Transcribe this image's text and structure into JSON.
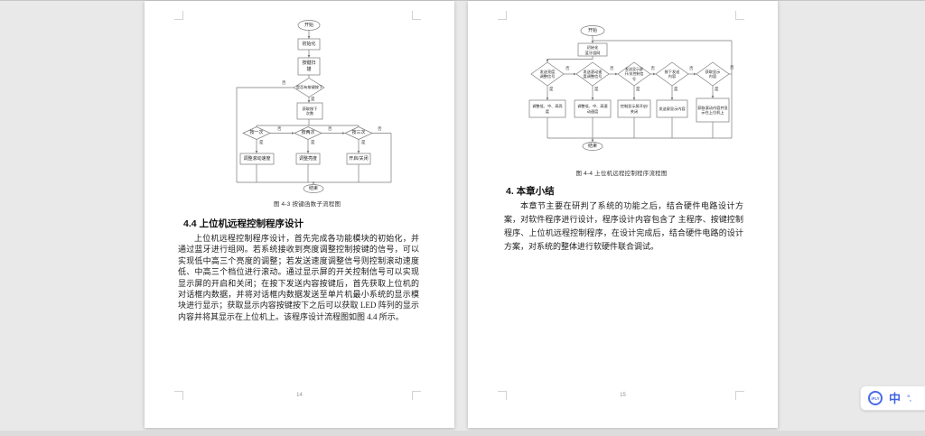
{
  "pages": {
    "left": {
      "number": "14",
      "caption": "图 4-3  按键函数子流程图",
      "heading": "4.4  上位机远程控制程序设计",
      "paragraph": "上位机远程控制程序设计，首先完成各功能模块的初始化，并通过蓝牙进行组网。若系统接收到亮度调整控制按键的信号，可以实现低中高三个亮度的调整；若发送速度调整信号则控制滚动速度低、中高三个档位进行滚动。通过显示屏的开关控制信号可以实现显示屏的开启和关闭；在按下发送内容按键后，首先获取上位机的对话框内数据，并将对话框内数据发送至单片机最小系统的显示模块进行显示；获取显示内容按键按下之后可以获取 LED 阵列的显示内容并将其显示在上位机上。该程序设计流程图如图 4.4 所示。",
      "flow": {
        "start": "开始",
        "init": "初始化",
        "scan": "按键扫描",
        "check": "是否有按键按下",
        "count": "获取按下次数",
        "d1": "按一次",
        "d2": "按两次",
        "d3": "按三次",
        "b1": "调整滚动速度",
        "b2": "调整亮度",
        "b3": "开启/关闭",
        "end": "结束",
        "yes": "是",
        "no": "否"
      }
    },
    "right": {
      "number": "15",
      "caption": "图 4-4  上位机远程控制程序流程图",
      "heading": "4.  本章小结",
      "paragraph": "本章节主要在研判了系统的功能之后，结合硬件电路设计方案，对软件程序进行设计，程序设计内容包含了 主程序、按键控制程序、上位机远程控制程序，在设计完成后，结合硬件电路的设计方案，对系统的整体进行软硬件联合调试。",
      "flow": {
        "start": "开始",
        "init1": "初始化",
        "init2": "蓝牙组网",
        "d1": "发送亮度调整信号",
        "d2": "发送滚动速度调整信号",
        "d3": "发送显示屏开/关控制信号",
        "d4": "按下发送内容",
        "d5": "获取显示内容",
        "b1": "调整低、中、高亮度",
        "b2": "调整低、中、高滚动速度",
        "b3": "控制显示屏开启/关闭",
        "b4": "发送屏显示内容",
        "b5": "获取滚动内容并显示在上位机上",
        "end": "结束",
        "yes": "是",
        "no": "否"
      }
    }
  },
  "ime": {
    "logo": "iFLY",
    "mode": "中",
    "punct": "°,"
  }
}
